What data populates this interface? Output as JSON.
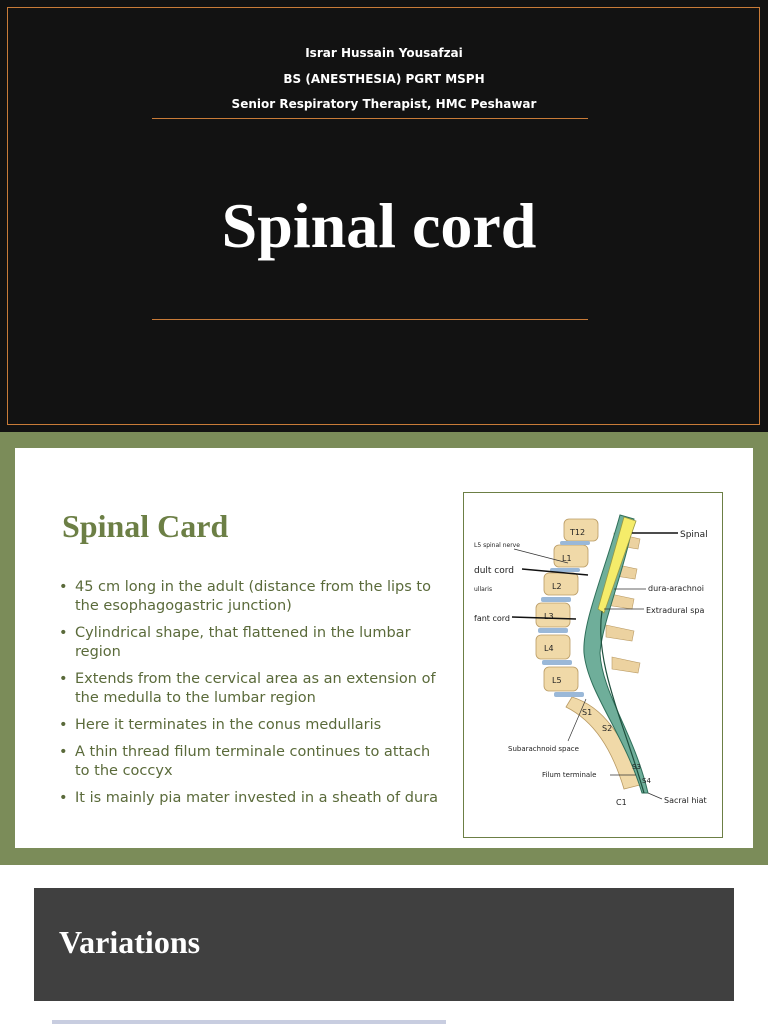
{
  "slide1": {
    "author_name": "Israr Hussain Yousafzai",
    "author_degree": "BS (ANESTHESIA) PGRT MSPH",
    "author_position": "Senior Respiratory Therapist, HMC Peshawar",
    "title": "Spinal cord"
  },
  "slide2": {
    "title": "Spinal Card",
    "bullets": [
      "45 cm long in the adult (distance from the lips to the esophagogastric junction)",
      "Cylindrical shape, that flattened in the lumbar region",
      "Extends from the cervical area as an extension of the medulla to the lumbar region",
      "Here it terminates in the conus medullaris",
      "A thin thread filum terminale continues to attach to the coccyx",
      "It is mainly pia mater invested in a sheath of dura"
    ],
    "figure": {
      "labels": {
        "spinal": "Spinal",
        "l5_nerve": "L5 spinal nerve",
        "adult_cord": "dult cord",
        "medullaris": "ullaris",
        "infant_cord": "fant cord",
        "dura_arachnoid": "dura-arachnoi",
        "extradural": "Extradural spa",
        "subarachnoid": "Subarachnoid space",
        "filum": "Filum terminale",
        "sacral": "Sacral hiat"
      },
      "vertebrae": [
        "T12",
        "L1",
        "L2",
        "L3",
        "L4",
        "L5",
        "S1",
        "S2",
        "S3",
        "S4",
        "C1"
      ]
    }
  },
  "slide3": {
    "title": "Variations"
  }
}
